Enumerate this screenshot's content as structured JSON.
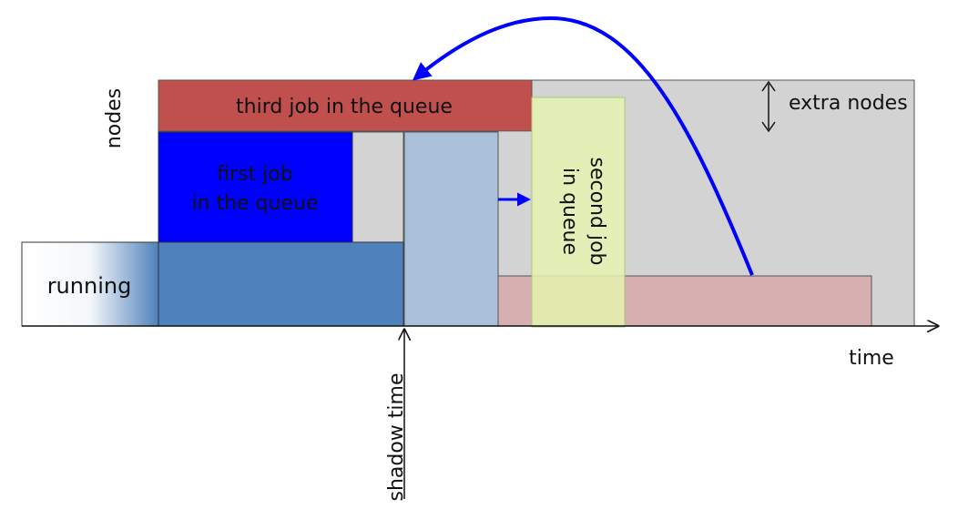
{
  "labels": {
    "nodes_axis": "nodes",
    "time_axis": "time",
    "shadow_time": "shadow time",
    "extra_nodes": "extra nodes",
    "running": "running",
    "first_job_line1": "first job",
    "first_job_line2": "in the queue",
    "second_job_line1": "second job",
    "second_job_line2": "in queue",
    "third_job": "third job in the queue"
  },
  "colors": {
    "third_job": "#c0504d",
    "first_job": "#0000ff",
    "running_job": "#4f81bd",
    "reserved_column": "#a9c0d9",
    "second_job": "#e6f5b0",
    "later_job": "#d6b0b0",
    "available_area": "#d3d3d3",
    "arrow": "#0000ff"
  }
}
